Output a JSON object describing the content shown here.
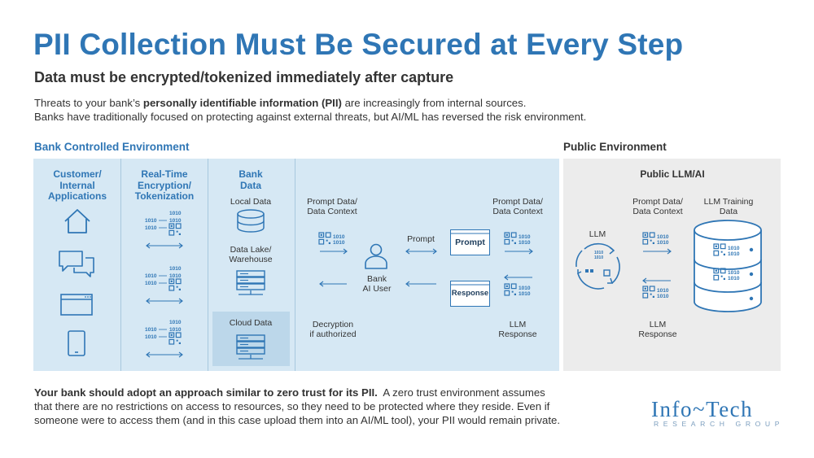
{
  "title": "PII Collection Must Be Secured at Every Step",
  "subtitle": "Data must be encrypted/tokenized immediately after capture",
  "intro": {
    "line1_pre": "Threats to your bank’s ",
    "line1_bold": "personally identifiable information (PII)",
    "line1_post": " are increasingly from internal sources.",
    "line2": "Banks have traditionally focused on protecting against external threats, but AI/ML has reversed the risk environment."
  },
  "bank_env": {
    "heading": "Bank Controlled Environment",
    "customer_col": {
      "heading_lines": [
        "Customer/",
        "Internal",
        "Applications"
      ]
    },
    "encryption_col": {
      "heading_lines": [
        "Real-Time",
        "Encryption/",
        "Tokenization"
      ],
      "binary_a": "1010",
      "binary_b": "1010"
    },
    "bank_data_col": {
      "heading_lines": [
        "Bank",
        "Data"
      ],
      "local": "Local Data",
      "lake_lines": [
        "Data Lake/",
        "Warehouse"
      ],
      "cloud": "Cloud Data"
    },
    "flow": {
      "prompt_data_left_lines": [
        "Prompt Data/",
        "Data Context"
      ],
      "prompt_data_right_lines": [
        "Prompt Data/",
        "Data Context"
      ],
      "prompt_arrow_label": "Prompt",
      "user_lines": [
        "Bank",
        "AI User"
      ],
      "prompt_box": "Prompt",
      "response_box": "Response",
      "decryption_lines": [
        "Decryption",
        "if authorized"
      ],
      "llm_response_lines": [
        "LLM",
        "Response"
      ],
      "binary": "1010"
    }
  },
  "public_env": {
    "heading": "Public Environment",
    "panel_heading": "Public LLM/AI",
    "llm_label": "LLM",
    "prompt_data_lines": [
      "Prompt Data/",
      "Data Context"
    ],
    "training_lines": [
      "LLM Training",
      "Data"
    ],
    "llm_response_lines": [
      "LLM",
      "Response"
    ],
    "binary": "1010"
  },
  "footer": {
    "bold": "Your bank should adopt an approach similar to zero trust for its PII.",
    "line1_rest": "  A zero trust environment assumes",
    "line2": "that there are no restrictions on access to resources, so they need to be protected where they reside. Even if",
    "line3": "someone were to access them (and in this case upload them into an AI/ML tool), your PII would remain private."
  },
  "logo": {
    "main": "Info~Tech",
    "sub": "RESEARCH GROUP"
  },
  "colors": {
    "accent": "#2f76b5",
    "bank_bg": "#d6e8f4",
    "public_bg": "#ececec",
    "icon": "#2f76b5"
  },
  "icons": [
    "home-icon",
    "chat-icon",
    "browser-window-icon",
    "mobile-phone-icon",
    "database-icon",
    "server-icon",
    "user-icon",
    "qr-code-icon",
    "cycle-icon"
  ]
}
